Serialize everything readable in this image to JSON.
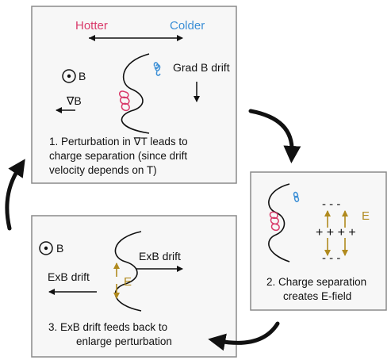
{
  "colors": {
    "hot": "#d93a6a",
    "cold": "#3c8fd6",
    "efield": "#b08a1e",
    "ink": "#111111",
    "box_border": "#8a8a8a",
    "box_fill": "#f7f7f7"
  },
  "panel1": {
    "hotter_label": "Hotter",
    "colder_label": "Colder",
    "b_symbol": "B",
    "grad_symbol": "∇B",
    "gradb_drift_label": "Grad B drift",
    "caption": [
      "1. Perturbation in ∇T leads to",
      "charge separation (since drift",
      "velocity depends on T)"
    ]
  },
  "panel2": {
    "minus_row_top": "- - -",
    "plus_row": "+ + + +",
    "minus_row_bottom": "- - -",
    "e_label": "E",
    "caption": [
      "2. Charge separation",
      "creates E-field"
    ]
  },
  "panel3": {
    "b_symbol": "B",
    "exb_right_label": "ExB drift",
    "exb_left_label": "ExB drift",
    "e_label": "E",
    "caption": [
      "3. ExB drift feeds back to",
      "enlarge perturbation"
    ]
  }
}
